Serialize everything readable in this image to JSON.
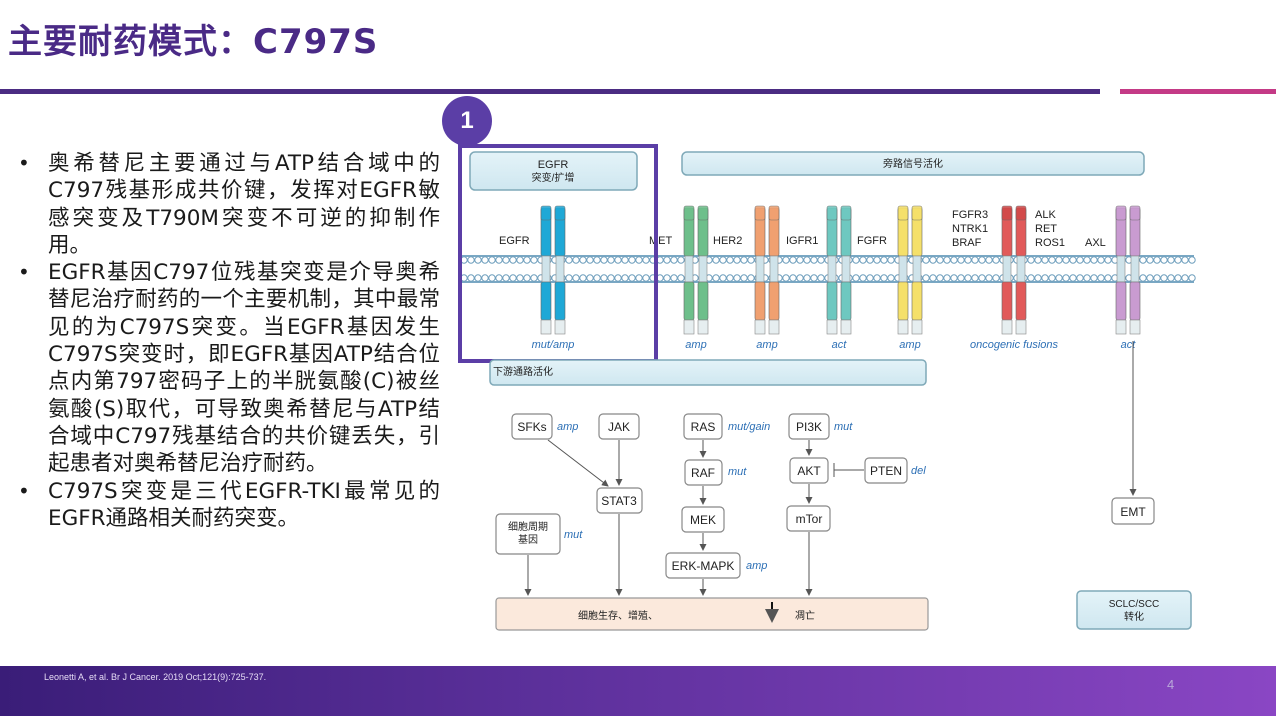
{
  "slide": {
    "title": "主要耐药模式：C797S",
    "bullets": [
      "奥希替尼主要通过与ATP结合域中的C797残基形成共价键，发挥对EGFR敏感突变及T790M突变不可逆的抑制作用。",
      "EGFR基因C797位残基突变是介导奥希替尼治疗耐药的一个主要机制，其中最常见的为C797S突变。当EGFR基因发生C797S突变时，即EGFR基因ATP结合位点内第797密码子上的半胱氨酸(C)被丝氨酸(S)取代，可导致奥希替尼与ATP结合域中C797残基结合的共价键丢失，引起患者对奥希替尼治疗耐药。",
      "C797S突变是三代EGFR-TKI最常见的EGFR通路相关耐药突变。"
    ],
    "badge": "1",
    "reference": "Leonetti A, et al. Br J Cancer. 2019 Oct;121(9):725-737.",
    "page_number": "4"
  },
  "diagram": {
    "egfr_box_line1": "EGFR",
    "egfr_box_line2": "突变/扩增",
    "bypass_box": "旁路信号活化",
    "downstream_box": "下游通路活化",
    "receptors": {
      "egfr": "EGFR",
      "met": "MET",
      "her2": "HER2",
      "igfr1": "IGFR1",
      "fgfr": "FGFR",
      "fgfr3": "FGFR3",
      "ntrk1": "NTRK1",
      "braf": "BRAF",
      "alk": "ALK",
      "ret": "RET",
      "ros1": "ROS1",
      "axl": "AXL"
    },
    "alterations": {
      "egfr": "mut/amp",
      "met": "amp",
      "her2": "amp",
      "igfr1": "act",
      "fgfr": "amp",
      "fusions": "oncogenic fusions",
      "axl": "act"
    },
    "nodes": {
      "sfks": "SFKs",
      "jak": "JAK",
      "stat3": "STAT3",
      "ras": "RAS",
      "raf": "RAF",
      "mek": "MEK",
      "erk": "ERK-MAPK",
      "pi3k": "PI3K",
      "akt": "AKT",
      "mtor": "mTor",
      "pten": "PTEN",
      "cell_cycle_line1": "细胞周期",
      "cell_cycle_line2": "基因",
      "emt": "EMT",
      "sclc_line1": "SCLC/SCC",
      "sclc_line2": "转化"
    },
    "node_tags": {
      "sfks": "amp",
      "ras": "mut/gain",
      "raf": "mut",
      "pi3k": "mut",
      "pten": "del",
      "cell_cycle": "mut",
      "erk": "amp"
    },
    "outcome_left": "细胞生存、增殖、",
    "outcome_right": "凋亡",
    "colors": {
      "egfr": "#1fa8d6",
      "met": "#6ebf8b",
      "her2": "#f0a070",
      "igfr1": "#6ec8c0",
      "fgfr": "#f5e06a",
      "fusion": "#e15a5a",
      "axl": "#c99bd1",
      "highlight": "#5b3ea6"
    }
  }
}
